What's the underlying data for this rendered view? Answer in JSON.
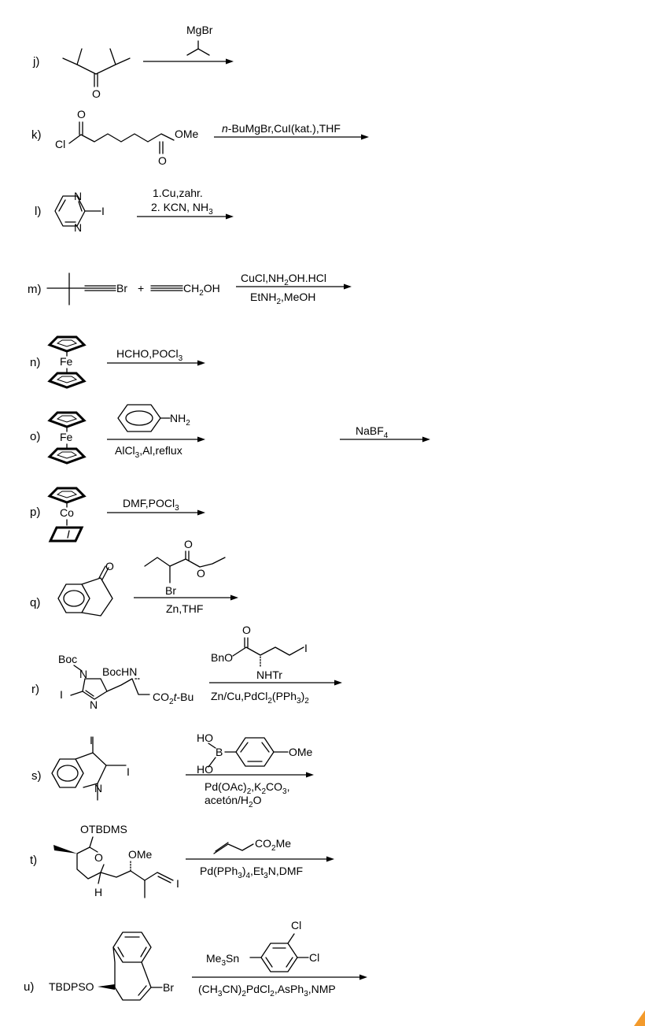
{
  "reactions": {
    "j": {
      "label": "j)",
      "substrate": {
        "o": "O"
      },
      "reagents": {
        "r1": "MgBr"
      }
    },
    "k": {
      "label": "k)",
      "substrate": {
        "o1": "O",
        "cl": "Cl",
        "ome": "OMe",
        "o2": "O"
      },
      "reagents": {
        "cond_italic": "n",
        "cond_rest": "-BuMgBr,CuI(kat.),THF"
      }
    },
    "l": {
      "label": "l)",
      "substrate": {
        "n1": "N",
        "n2": "N",
        "i": "I"
      },
      "reagents": {
        "line1": "1.Cu,zahr.",
        "line2_main": "2. KCN, NH",
        "line2_sub": "3"
      }
    },
    "m": {
      "label": "m)",
      "substrate": {
        "br": "Br",
        "plus": "+",
        "ch2oh_main": "CH",
        "ch2oh_sub": "2",
        "ch2oh_end": "OH"
      },
      "reagents": {
        "top_a": "CuCl,NH",
        "top_b": "2",
        "top_c": "OH.HCl",
        "bot_a": "EtNH",
        "bot_b": "2",
        "bot_c": ",MeOH"
      }
    },
    "n": {
      "label": "n)",
      "metal": "Fe",
      "reagents": {
        "main": "HCHO,POCl",
        "sub": "3"
      }
    },
    "o": {
      "label": "o)",
      "metal": "Fe",
      "reagents": {
        "nh2_main": "NH",
        "nh2_sub": "2",
        "bot_a": "AlCl",
        "bot_b": "3",
        "bot_c": ",Al,reflux",
        "second_main": "NaBF",
        "second_sub": "4"
      }
    },
    "p": {
      "label": "p)",
      "metal": "Co",
      "reagents": {
        "main": "DMF,POCl",
        "sub": "3"
      }
    },
    "q": {
      "label": "q)",
      "substrate": {
        "o": "O"
      },
      "reagents": {
        "o1": "O",
        "o2": "O",
        "br": "Br",
        "cond": "Zn,THF"
      }
    },
    "r": {
      "label": "r)",
      "substrate": {
        "boc": "Boc",
        "n": "N",
        "bochn": "BocHN",
        "i": "I",
        "n2": "N",
        "ester_a": "CO",
        "ester_b": "2",
        "ester_c": "t",
        "ester_d": "-Bu"
      },
      "reagents": {
        "bno": "BnO",
        "o": "O",
        "i": "I",
        "nhtr": "NHTr",
        "cond_a": "Zn/Cu,PdCl",
        "cond_b": "2",
        "cond_c": "(PPh",
        "cond_d": "3",
        "cond_e": ")",
        "cond_f": "2"
      }
    },
    "s": {
      "label": "s)",
      "substrate": {
        "i1": "I",
        "i2": "I",
        "n": "N"
      },
      "reagents": {
        "ho1": "HO",
        "b": "B",
        "ho2": "HO",
        "ome": "OMe",
        "l1_a": "Pd(OAc)",
        "l1_b": "2",
        "l1_c": ",K",
        "l1_d": "2",
        "l1_e": "CO",
        "l1_f": "3",
        "l1_g": ",",
        "l2_a": "acetón/H",
        "l2_b": "2",
        "l2_c": "O"
      }
    },
    "t": {
      "label": "t)",
      "substrate": {
        "otbdms": "OTBDMS",
        "o": "O",
        "ome": "OMe",
        "h": "H",
        "i": "I"
      },
      "reagents": {
        "co2me_a": "CO",
        "co2me_b": "2",
        "co2me_c": "Me",
        "cond_a": "Pd(PPh",
        "cond_b": "3",
        "cond_c": ")",
        "cond_d": "4",
        "cond_e": ",Et",
        "cond_f": "3",
        "cond_g": "N,DMF"
      }
    },
    "u": {
      "label": "u)",
      "substrate": {
        "tbdpso": "TBDPSO",
        "br": "Br"
      },
      "reagents": {
        "sn_a": "Me",
        "sn_b": "3",
        "sn_c": "Sn",
        "cl1": "Cl",
        "cl2": "Cl",
        "cond_a": "(CH",
        "cond_b": "3",
        "cond_c": "CN)",
        "cond_d": "2",
        "cond_e": "PdCl",
        "cond_f": "2",
        "cond_g": ",AsPh",
        "cond_h": "3",
        "cond_i": ",NMP"
      }
    }
  },
  "colors": {
    "ink": "#000000",
    "background": "#ffffff",
    "corner_accent": "#f39a2b"
  }
}
